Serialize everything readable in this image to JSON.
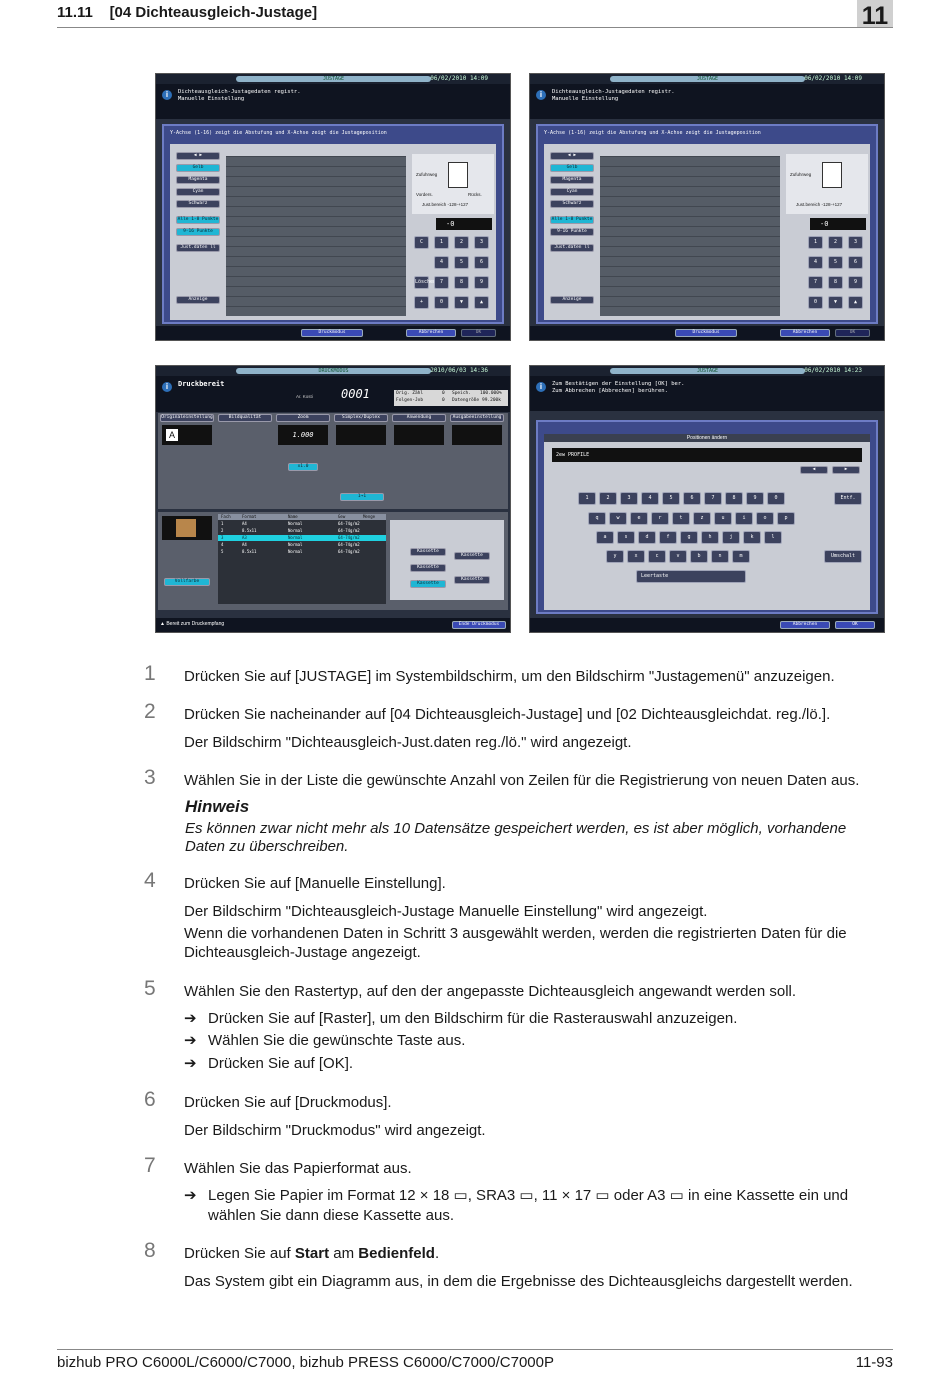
{
  "header": {
    "section": "11.11",
    "title": "[04 Dichteausgleich-Justage]",
    "chapter": "11"
  },
  "screens": {
    "s1": {
      "mode": "JUSTAGE",
      "date": "06/02/2010 14:09",
      "message": "Dichteausgleich-Justagedaten registr.\nManuelle Einstellung",
      "subtitle": "Y-Achse (1-16) zeigt die Abstufung und X-Achse zeigt die Justageposition",
      "left_buttons": [
        "Gelb",
        "Magenta",
        "Cyan",
        "Schwarz",
        "Alle 1-8 Punkte",
        "9-16 Punkte",
        "Just.daten ll",
        "Anzeige"
      ],
      "right_labels": [
        "Zufuhrweg",
        "Vorders.",
        "Rücks.",
        "Just.bereich -128-+127",
        "Löschen"
      ],
      "value": "-0",
      "bottom": [
        "Druckmodus",
        "Abbrechen",
        "OK"
      ]
    },
    "s2": {
      "mode": "JUSTAGE",
      "date": "06/02/2010 14:09",
      "message": "Dichteausgleich-Justagedaten registr.\nManuelle Einstellung",
      "subtitle": "Y-Achse (1-16) zeigt die Abstufung und X-Achse zeigt die Justageposition",
      "value": "-0",
      "bottom": [
        "Druckmodus",
        "Abbrechen",
        "OK"
      ]
    },
    "s3": {
      "mode": "DRUCKMODUS",
      "date": "2010/06/03 14:36",
      "message": "Druckbereit",
      "count_label": "Ar. Kosti",
      "count": "0001",
      "stats": [
        "Orig. Zähl",
        "0",
        "Speich.",
        "100.000%",
        "Folgen-Job",
        "0",
        "Datengröße",
        "99.200k"
      ],
      "tabs": [
        "Originaleinstellung",
        "Bildqualität",
        "Zoom",
        "Simplex/Duplex",
        "Anwendung",
        "Ausgabeeinstellung"
      ],
      "zoom": "1.000",
      "papier_rows": [
        [
          "1",
          "A4",
          "Normal",
          "64-74g/m2"
        ],
        [
          "2",
          "8.5x11",
          "Normal",
          "64-74g/m2"
        ],
        [
          "3",
          "A3",
          "Normal",
          "64-74g/m2"
        ],
        [
          "4",
          "A4",
          "Normal",
          "64-74g/m2"
        ],
        [
          "5",
          "8.5x11",
          "Normal",
          "64-74g/m2"
        ]
      ],
      "papier_head": [
        "Fach",
        "Format",
        "Name",
        "Gew",
        "Menge"
      ],
      "kassette": "Kassette",
      "status": "Bereit zum Druckempfang",
      "bottom_btn": "Ende Druckmodus"
    },
    "s4": {
      "mode": "JUSTAGE",
      "date": "06/02/2010 14:23",
      "message": "Zum Bestätigen der Einstellung [OK] ber.\nZum Abbrechen [Abbrechen] berühren.",
      "dialog_title": "Positionen ändern",
      "input": "2ew PROFILE",
      "keys_row1": [
        "1",
        "2",
        "3",
        "4",
        "5",
        "6",
        "7",
        "8",
        "9",
        "0"
      ],
      "keys_row2": [
        "q",
        "w",
        "e",
        "r",
        "t",
        "z",
        "u",
        "i",
        "o",
        "p"
      ],
      "keys_row3": [
        "a",
        "s",
        "d",
        "f",
        "g",
        "h",
        "j",
        "k",
        "l"
      ],
      "keys_row4": [
        "y",
        "x",
        "c",
        "v",
        "b",
        "n",
        "m"
      ],
      "entf": "Entf.",
      "umschalt": "Umschalt",
      "leertaste": "Leertaste",
      "bottom": [
        "Abbrechen",
        "OK"
      ]
    }
  },
  "steps": [
    {
      "num": "1",
      "text": "Drücken Sie auf [JUSTAGE] im Systembildschirm, um den Bildschirm \"Justagemenü\" anzuzeigen."
    },
    {
      "num": "2",
      "text": "Drücken Sie nacheinander auf [04 Dichteausgleich-Justage] und [02 Dichteausgleichdat. reg./lö.].",
      "sub": "Der Bildschirm \"Dichteausgleich-Just.daten reg./lö.\" wird angezeigt."
    },
    {
      "num": "3",
      "text": "Wählen Sie in der Liste die gewünschte Anzahl von Zeilen für die Registrierung von neuen Daten aus."
    },
    {
      "num": "4",
      "text": "Drücken Sie auf [Manuelle Einstellung].",
      "sub": "Der Bildschirm \"Dichteausgleich-Justage Manuelle Einstellung\" wird angezeigt.",
      "sub2a": "Wenn die vorhandenen Daten in Schritt 3 ausgewählt werden, werden die registrierten Daten für die",
      "sub2b": "Dichteausgleich-Justage angezeigt."
    },
    {
      "num": "5",
      "text": "Wählen Sie den Rastertyp, auf den der angepasste Dichteausgleich angewandt werden soll.",
      "arrows": [
        "Drücken Sie auf [Raster], um den Bildschirm für die Rasterauswahl anzuzeigen.",
        "Wählen Sie die gewünschte Taste aus.",
        "Drücken Sie auf [OK]."
      ]
    },
    {
      "num": "6",
      "text": "Drücken Sie auf [Druckmodus].",
      "sub": "Der Bildschirm \"Druckmodus\" wird angezeigt."
    },
    {
      "num": "7",
      "text": "Wählen Sie das Papierformat aus.",
      "arrow_a": "Legen Sie Papier im Format 12 × 18 ▭, SRA3 ▭, 11 × 17 ▭ oder A3 ▭ in eine Kassette ein und",
      "arrow_b": "wählen Sie dann diese Kassette aus."
    },
    {
      "num": "8",
      "text_pre": "Drücken Sie auf ",
      "text_b1": "Start",
      "text_mid": " am ",
      "text_b2": "Bedienfeld",
      "text_post": ".",
      "sub": "Das System gibt ein Diagramm aus, in dem die Ergebnisse des Dichteausgleichs dargestellt werden."
    }
  ],
  "arrow_symbol": "➔",
  "hint": {
    "title": "Hinweis",
    "line1": "Es können zwar nicht mehr als 10 Datensätze gespeichert werden, es ist aber möglich, vorhandene",
    "line2": "Daten zu überschreiben."
  },
  "footer": {
    "left": "bizhub PRO C6000L/C6000/C7000,  bizhub PRESS C6000/C7000/C7000P",
    "right": "11-93"
  }
}
